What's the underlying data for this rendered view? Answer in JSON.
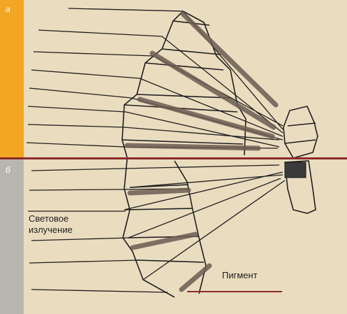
{
  "panels": {
    "a": {
      "label": "а",
      "strip_color": "#f2a623"
    },
    "b": {
      "label": "б",
      "strip_color": "#b9b6b1"
    }
  },
  "annotations": {
    "light_line1": "Световое",
    "light_line2": "излучение",
    "pigment": "Пигмент"
  },
  "colors": {
    "background": "#eadcbf",
    "divider": "#8b2b2b",
    "ink": "#1f1f1f"
  }
}
